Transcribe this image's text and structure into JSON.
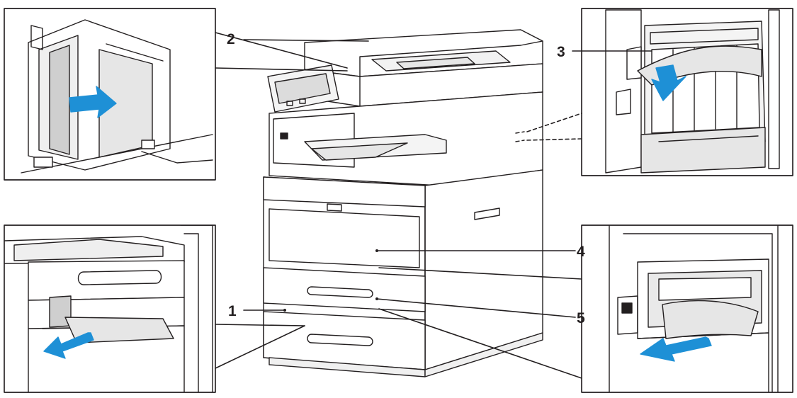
{
  "diagram": {
    "callouts": [
      {
        "id": "1",
        "text": "1"
      },
      {
        "id": "2",
        "text": "2"
      },
      {
        "id": "3",
        "text": "3"
      },
      {
        "id": "4",
        "text": "4"
      },
      {
        "id": "5",
        "text": "5"
      }
    ],
    "colors": {
      "line": "#231f20",
      "arrow": "#1e90d6",
      "paper": "#e6e6e6",
      "shade": "#cfcfcf",
      "background": "#ffffff"
    }
  }
}
